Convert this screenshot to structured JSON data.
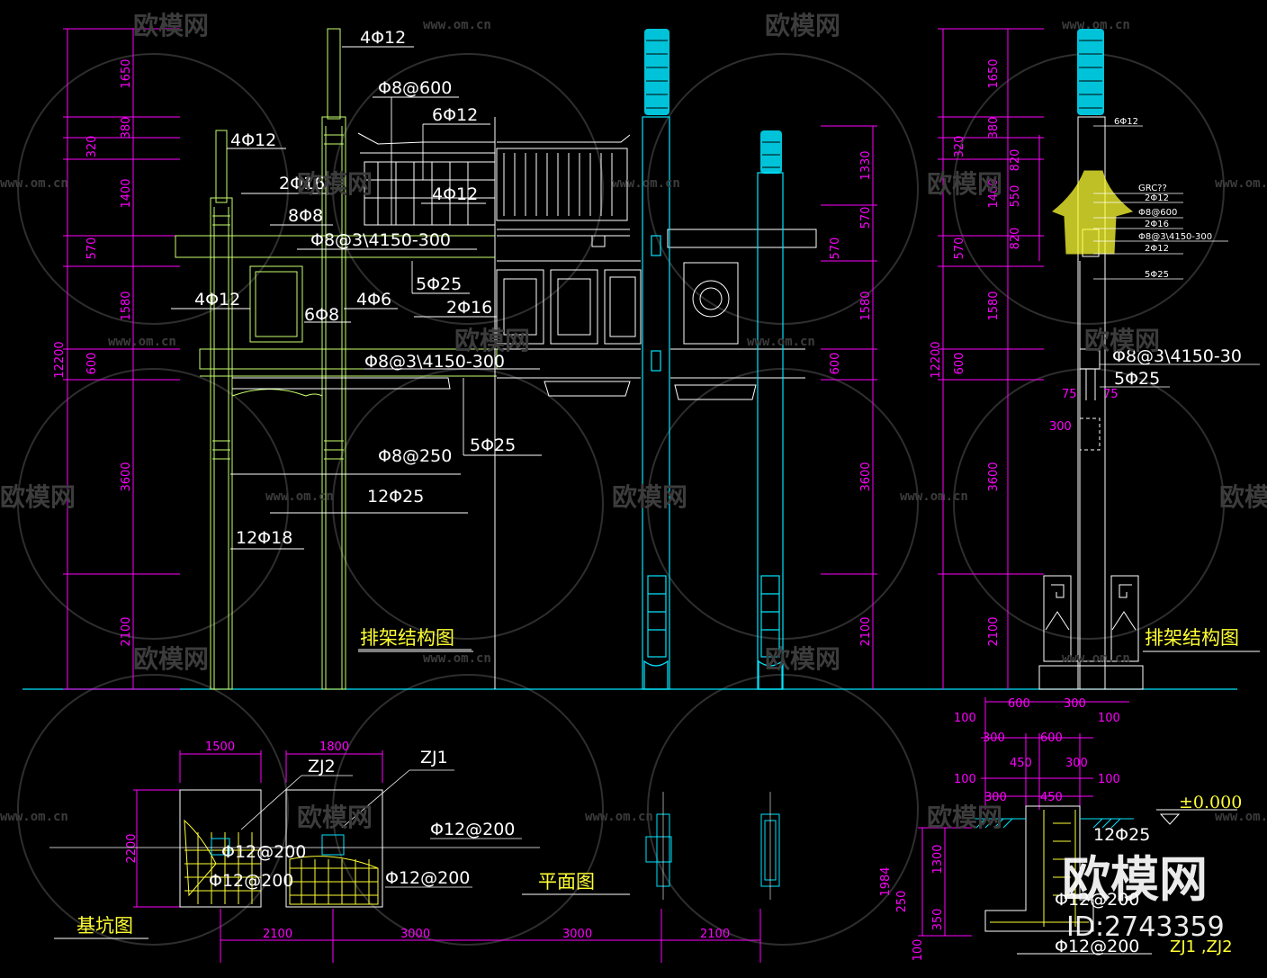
{
  "colors": {
    "background": "#000000",
    "magenta": "#ff00ff",
    "white": "#ffffff",
    "cyan": "#00e5ff",
    "green": "#c8ff6e",
    "yellow": "#ffff33",
    "watermark": "#3a3a3a"
  },
  "left_dims": [
    "1650",
    "320",
    "380",
    "1400",
    "570",
    "1580",
    "600",
    "3600",
    "2100",
    "12200"
  ],
  "middle_dims": [
    "1330",
    "570",
    "1580",
    "600",
    "3600",
    "2100"
  ],
  "right_dims": [
    "1650",
    "320",
    "380",
    "820",
    "1400",
    "550",
    "570",
    "820",
    "1580",
    "600",
    "3600",
    "2100",
    "12200"
  ],
  "rebar_labels": {
    "l1": "4Φ12",
    "l2": "Φ8@600",
    "l3": "6Φ12",
    "l4": "4Φ12",
    "l5": "2Φ16",
    "l6": "4Φ12",
    "l7": "8Φ8",
    "l8": "Φ8@3\\4150-300",
    "l9": "5Φ25",
    "l10": "4Φ12",
    "l11": "4Φ6",
    "l12": "6Φ8",
    "l13": "2Φ16",
    "l14": "Φ8@3\\4150-300",
    "l15": "5Φ25",
    "l16": "Φ8@250",
    "l17": "12Φ25",
    "l18": "12Φ18"
  },
  "right_labels": {
    "r1": "6Φ12",
    "r2": "GRC??",
    "r3": "2Φ12",
    "r4": "Φ8@600",
    "r5": "2Φ16",
    "r6": "Φ8@3\\4150-300",
    "r7": "2Φ12",
    "r8": "5Φ25",
    "r9": "Φ8@3\\4150-30",
    "r10": "5Φ25",
    "r11": "75",
    "r12": "75",
    "r13": "300"
  },
  "titles": {
    "frame_structure_left": "排架结构图",
    "frame_structure_right": "排架结构图",
    "plan_view": "平面图",
    "foundation_pit": "基坑图"
  },
  "bottom_dims": {
    "d1500": "1500",
    "d1800": "1800",
    "d2200": "2200",
    "b2100a": "2100",
    "b3000a": "3000",
    "b3000b": "3000",
    "b2100b": "2100"
  },
  "foundation_labels": {
    "zj2": "ZJ2",
    "zj1": "ZJ1",
    "f1": "Φ12@200",
    "f2": "Φ12@200",
    "f3": "Φ12@200",
    "f4": "Φ12@200"
  },
  "footing_detail": {
    "d600": "600",
    "d300a": "300",
    "d100a": "100",
    "d100b": "100",
    "d300b": "300",
    "d600b": "600",
    "d300c": "300",
    "d450a": "450",
    "d100c": "100",
    "d100d": "100",
    "d300d": "300",
    "d450b": "450",
    "level": "±0.000",
    "rebar1": "12Φ25",
    "rebar2": "Φ12@200",
    "rebar3": "Φ12@200",
    "d1984": "1984",
    "d1300": "1300",
    "d250": "250",
    "d350": "350",
    "d100e": "100",
    "caption": "ZJ1 ,ZJ2"
  },
  "watermark": {
    "brand": "欧模网",
    "url": "www.om.cn",
    "big_brand": "欧模网",
    "id": "ID:2743359"
  }
}
